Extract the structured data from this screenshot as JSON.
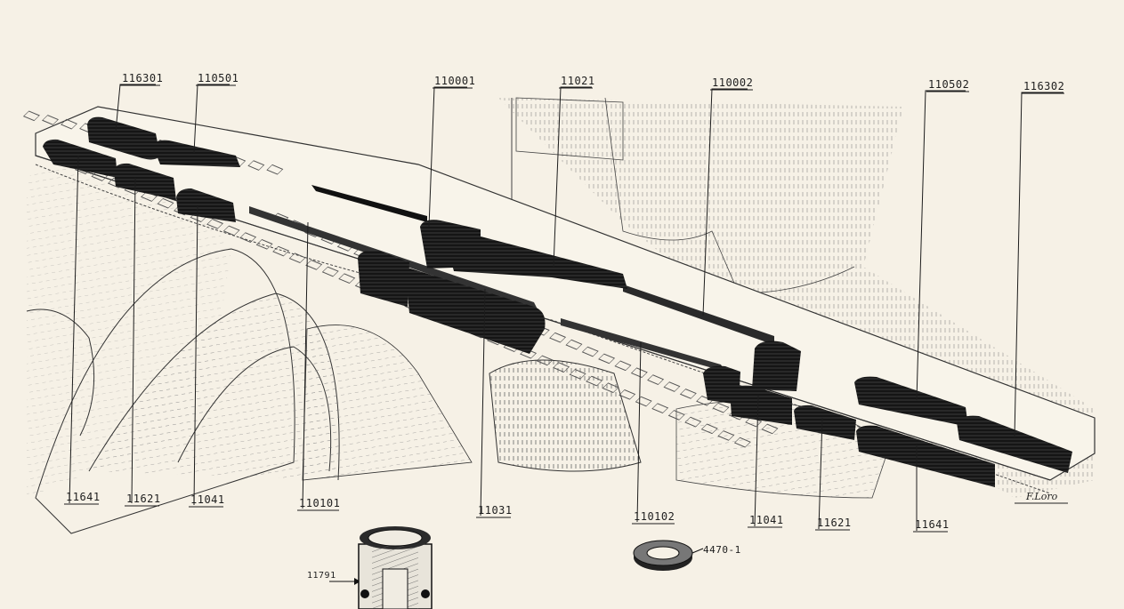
{
  "labels": {
    "l116301": "116301",
    "l110501": "110501",
    "l110001": "110001",
    "l11021": "11021",
    "l110002": "110002",
    "l110502": "110502",
    "l116302": "116302",
    "l11641a": "11641",
    "l11621a": "11621",
    "l11041a": "11041",
    "l110101": "110101",
    "l11031": "11031",
    "l110102": "110102",
    "l11041b": "11041",
    "l11621b": "11621",
    "l11641b": "11641",
    "l11791": "11791",
    "l4470": "4470-1"
  },
  "signature": "F.Loro",
  "colors": {
    "paper": "#f6f1e6",
    "ink": "#1d1d1d",
    "pad": "#151515"
  }
}
